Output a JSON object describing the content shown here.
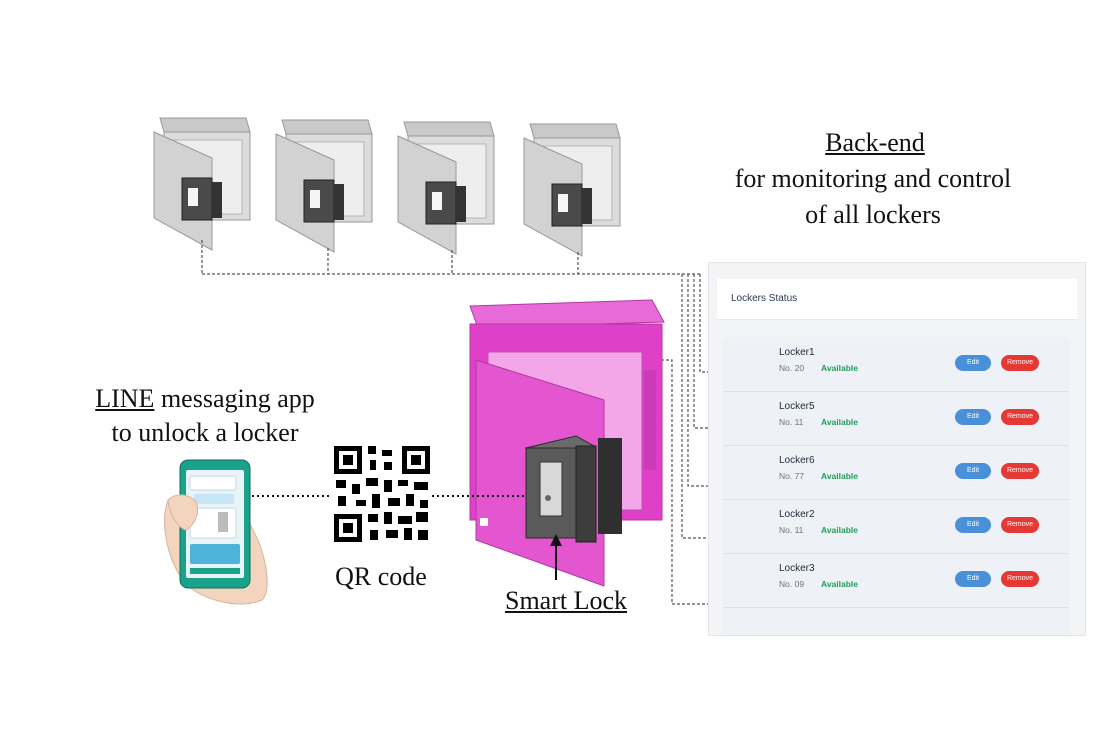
{
  "captions": {
    "backend_title": "Back-end",
    "backend_line2": "for monitoring and control",
    "backend_line3": "of all lockers",
    "line_app_word": "LINE",
    "line_app_rest": " messaging app",
    "line_app_line2": "to unlock a locker",
    "qr_label": "QR code",
    "smart_lock_label": "Smart Lock"
  },
  "panel": {
    "title": "Lockers Status",
    "edit_label": "Edit",
    "remove_label": "Remove",
    "rows": [
      {
        "name": "Locker1",
        "no": "No. 20",
        "status": "Available"
      },
      {
        "name": "Locker5",
        "no": "No. 11",
        "status": "Available"
      },
      {
        "name": "Locker6",
        "no": "No. 77",
        "status": "Available"
      },
      {
        "name": "Locker2",
        "no": "No. 11",
        "status": "Available"
      },
      {
        "name": "Locker3",
        "no": "No. 09",
        "status": "Available"
      }
    ]
  },
  "colors": {
    "smart_locker": "#e040c8",
    "grey_locker": "#d6d6d6",
    "edit_button": "#4a90d9",
    "remove_button": "#e53935",
    "available": "#1f9d55",
    "phone": "#1aa38a"
  },
  "icons": [
    "locker-icon",
    "qr-code-icon",
    "phone-icon",
    "smart-lock-icon"
  ]
}
